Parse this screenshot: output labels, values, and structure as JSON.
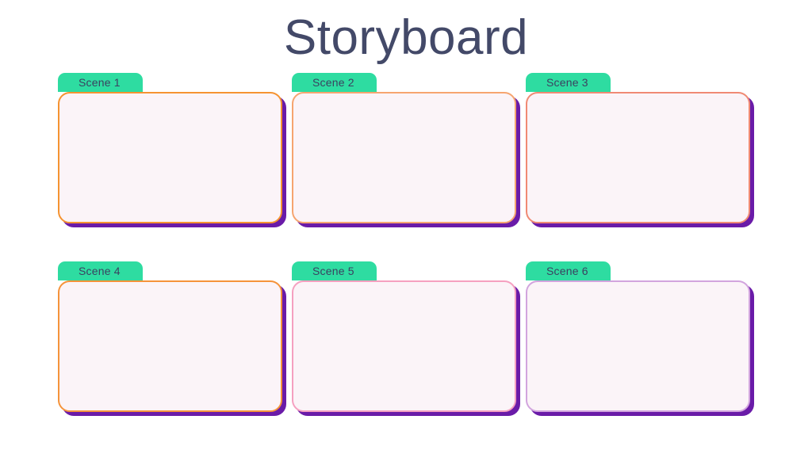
{
  "header": {
    "title": "Storyboard"
  },
  "theme": {
    "background": "#ffffff",
    "title_color": "#434968",
    "tab_color": "#2edca1",
    "tab_text_color": "#3b4160",
    "card_fill": "#fbf4f8",
    "card_shadow": "#6a1ba8"
  },
  "board": {
    "rows": [
      {
        "scenes": [
          {
            "label": "Scene 1",
            "border_color": "#f59331"
          },
          {
            "label": "Scene 2",
            "border_color": "#f6a570"
          },
          {
            "label": "Scene 3",
            "border_color": "#f08a74"
          }
        ]
      },
      {
        "scenes": [
          {
            "label": "Scene 4",
            "border_color": "#f5933a"
          },
          {
            "label": "Scene 5",
            "border_color": "#f5a0c0"
          },
          {
            "label": "Scene 6",
            "border_color": "#d2a4de"
          }
        ]
      }
    ]
  }
}
